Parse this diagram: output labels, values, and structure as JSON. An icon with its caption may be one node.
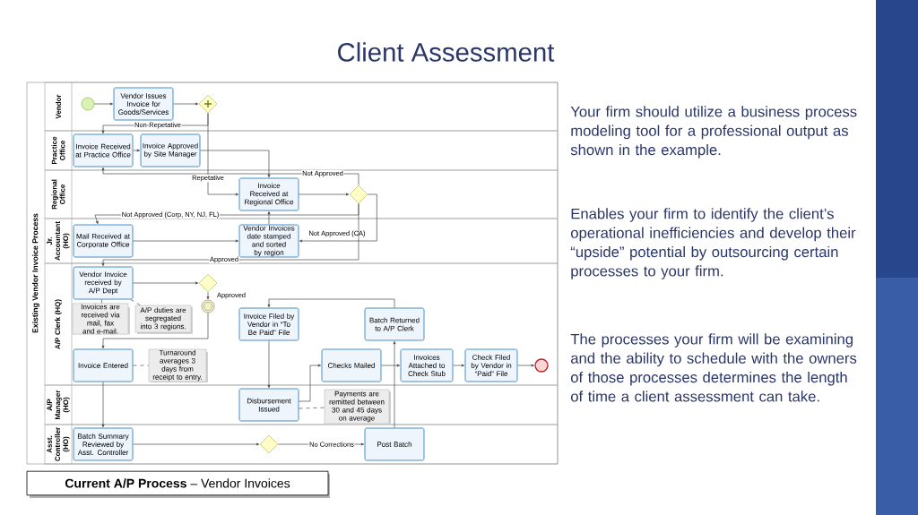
{
  "diagram": {
    "title": "Client Assessment",
    "caption": "**Current A/P Process** – Vendor Invoices",
    "nodes": [
      {
        "text": [
          "Existing Vendor Invoice Process"
        ]
      },
      {
        "text": [
          "Vendor"
        ],
        "in": 0
      },
      {
        "text": [
          "Practice Office"
        ],
        "in": 0
      },
      {
        "text": [
          "Regional Office"
        ],
        "in": 0
      },
      {
        "text": [
          "Jr. Accountant (HO)"
        ],
        "in": 0
      },
      {
        "text": [
          "A/P Clerk (HQ)"
        ],
        "in": 0
      },
      {
        "text": [
          "A/P Manager (HO)"
        ],
        "in": 0
      },
      {
        "text": [
          "Asst. Controller (HO)"
        ],
        "in": 0
      },
      {
        "text": [],
        "shape": "circle",
        "in": 1
      },
      {
        "text": [
          "Vendor Issues Invoice for Goods/Services"
        ],
        "in": 1
      },
      {
        "text": [],
        "shape": "diamond",
        "in": 1
      },
      {
        "text": [
          "Invoice Received at Practice Office"
        ],
        "in": 2
      },
      {
        "text": [
          "Invoice Approved by Site Manager"
        ],
        "in": 2
      },
      {
        "text": [
          "Invoice Received at Regional Office"
        ],
        "in": 3
      },
      {
        "text": [],
        "shape": "diamond",
        "in": 3
      },
      {
        "text": [
          "Mail Received at Corporate Office"
        ],
        "in": 4
      },
      {
        "text": [
          "Vendor Invoices date stamped and sorted by region"
        ],
        "in": 4
      },
      {
        "text": [
          "Vendor Invoice received by A/P Dept"
        ],
        "in": 5
      },
      {
        "text": [],
        "shape": "diamond",
        "in": 5
      },
      {
        "text": [],
        "shape": "circle",
        "in": 5
      },
      {
        "text": [
          "Invoices are received via mail, fax and e-mail."
        ],
        "in": 5
      },
      {
        "text": [
          "A/P duties are segregated into 3 regions."
        ],
        "in": 5
      },
      {
        "text": [
          "Invoice Filed by Vendor in “To Be Paid” File"
        ],
        "in": 5
      },
      {
        "text": [
          "Invoice Entered"
        ],
        "in": 5
      },
      {
        "text": [
          "Turnaround averages 3 days from receipt to entry."
        ],
        "in": 5
      },
      {
        "text": [
          "Batch Returned to A/P Clerk"
        ],
        "in": 5
      },
      {
        "text": [
          "Checks Mailed"
        ],
        "in": 5
      },
      {
        "text": [
          "Invoices Attached to Check Stub"
        ],
        "in": 5
      },
      {
        "text": [
          "Check Filed by Vendor in “Paid” File"
        ],
        "in": 5
      },
      {
        "text": [],
        "shape": "circle",
        "in": 5
      },
      {
        "text": [
          "Disbursement Issued"
        ],
        "in": 6
      },
      {
        "text": [
          "Payments are remitted between 30 and 45 days on average"
        ],
        "in": 6
      },
      {
        "text": [
          "Batch Summary Reviewed by Asst. Controller"
        ],
        "in": 7
      },
      {
        "text": [],
        "shape": "diamond",
        "in": 7
      },
      {
        "text": [
          "Post Batch"
        ],
        "in": 7
      }
    ],
    "edges": [
      {
        "from": 8,
        "to": 9,
        "arrow": "to"
      },
      {
        "from": 9,
        "to": 10,
        "arrow": "to"
      },
      {
        "from": 10,
        "to": 11,
        "arrow": "to",
        "label": "Non-Repetative"
      },
      {
        "from": 10,
        "to": 13,
        "arrow": "to",
        "label": "Repetative"
      },
      {
        "from": 11,
        "to": 12,
        "arrow": "to"
      },
      {
        "from": 12,
        "to": 13,
        "arrow": "to"
      },
      {
        "from": 13,
        "to": 14,
        "arrow": "to"
      },
      {
        "from": 14,
        "to": 11,
        "arrow": "to",
        "label": "Not Approved"
      },
      {
        "from": 14,
        "to": 15,
        "arrow": "to",
        "label": "Not Approved (Corp, NY, NJ, FL)"
      },
      {
        "from": 14,
        "to": 16,
        "arrow": "to",
        "label": "Not Approved (CA)"
      },
      {
        "from": 14,
        "to": 17,
        "arrow": "to",
        "label": "Approved"
      },
      {
        "from": 15,
        "to": 16,
        "arrow": "to"
      },
      {
        "from": 16,
        "to": 13,
        "arrow": "to"
      },
      {
        "from": 17,
        "to": 18,
        "arrow": "to"
      },
      {
        "from": 18,
        "to": 19,
        "arrow": "to",
        "label": "Approved"
      },
      {
        "from": 19,
        "to": 23,
        "arrow": "to"
      },
      {
        "from": 17,
        "to": 20,
        "arrow": "none",
        "style": "dashed"
      },
      {
        "from": 17,
        "to": 21,
        "arrow": "none",
        "style": "dashed"
      },
      {
        "from": 23,
        "to": 24,
        "arrow": "none",
        "style": "dashed"
      },
      {
        "from": 23,
        "to": 32,
        "arrow": "to"
      },
      {
        "from": 32,
        "to": 33,
        "arrow": "to"
      },
      {
        "from": 33,
        "to": 34,
        "arrow": "to",
        "label": "No Corrections"
      },
      {
        "from": 34,
        "to": 25,
        "arrow": "to"
      },
      {
        "from": 25,
        "to": 22,
        "arrow": "to"
      },
      {
        "from": 22,
        "to": 30,
        "arrow": "to"
      },
      {
        "from": 30,
        "to": 26,
        "arrow": "to"
      },
      {
        "from": 30,
        "to": 31,
        "arrow": "none",
        "style": "dashed"
      },
      {
        "from": 26,
        "to": 27,
        "arrow": "to"
      },
      {
        "from": 27,
        "to": 28,
        "arrow": "to"
      },
      {
        "from": 28,
        "to": 29,
        "arrow": "to"
      }
    ],
    "labels": [
      "Your firm should utilize a business process modeling tool for a professional output as shown in the example.",
      "Enables your firm to identify the client’s operational inefficiencies and develop their “upside” potential by outsourcing certain processes to your firm.",
      "The processes your firm will be examining and the ability to schedule with the owners of those processes determines the length of time a client assessment can take."
    ]
  }
}
